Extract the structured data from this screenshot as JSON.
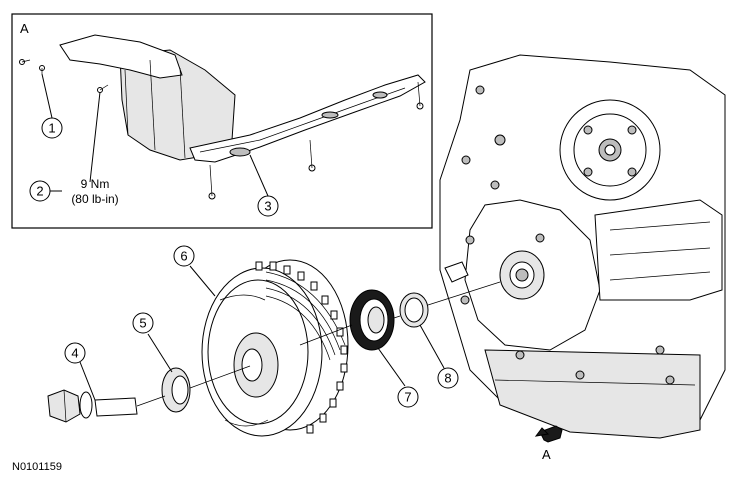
{
  "detail_box": {
    "label": "A"
  },
  "callouts": {
    "c1": "1",
    "c2": "2",
    "c3": "3",
    "c4": "4",
    "c5": "5",
    "c6": "6",
    "c7": "7",
    "c8": "8"
  },
  "torque": {
    "line1": "9 Nm",
    "line2": "(80 lb-in)"
  },
  "view_arrow": {
    "label": "A"
  },
  "figure_code": "N0101159"
}
